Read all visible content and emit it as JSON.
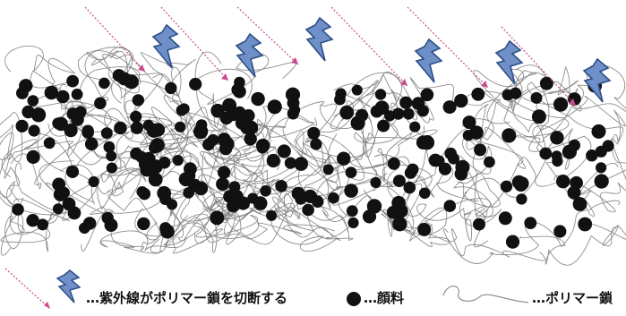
{
  "legend": {
    "uv_text": "…紫外線がポリマー鎖を切断する",
    "pigment_text": "…顔料",
    "polymer_text": "…ポリマー鎖"
  },
  "colors": {
    "background": "#ffffff",
    "pigment": "#111111",
    "polymer": "#7a7a7a",
    "uv_ray": "#c94b8f",
    "bolt_fill": "#6f8fc8",
    "bolt_stroke": "#2d4f86"
  },
  "icons": [
    "uv-ray-icon",
    "lightning-bolt-icon",
    "pigment-dot-icon",
    "polymer-squiggle-icon"
  ]
}
